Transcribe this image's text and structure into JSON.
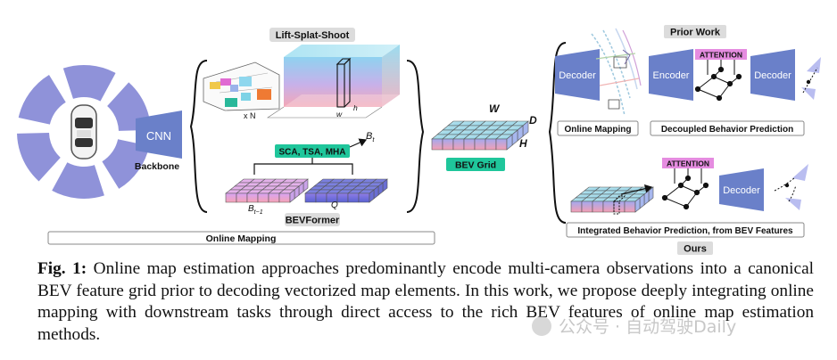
{
  "figure": {
    "lss_title": "Lift-Splat-Shoot",
    "cnn_label": "CNN",
    "backbone_label": "Backbone",
    "xn_label": "x N",
    "lss_w": "w",
    "lss_h": "h",
    "sca_label": "SCA, TSA, MHA",
    "bt_label": "B",
    "bt_sub": "t",
    "btm1_label": "B",
    "btm1_sub": "t−1",
    "q_label": "Q",
    "bevformer_title": "BEVFormer",
    "online_mapping_bar": "Online Mapping",
    "bev_w": "W",
    "bev_d": "D",
    "bev_h": "H",
    "bev_grid_label": "BEV Grid",
    "prior_work_title": "Prior Work",
    "decoder_label": "Decoder",
    "encoder_label": "Encoder",
    "attention_label": "ATTENTION",
    "online_mapping_box": "Online Mapping",
    "decoupled_label": "Decoupled Behavior Prediction",
    "integrated_label": "Integrated Behavior Prediction, from BEV Features",
    "ours_title": "Ours"
  },
  "caption": {
    "lead": "Fig. 1:",
    "text": "Online map estimation approaches predominantly encode multi-camera observations into a canonical BEV feature grid prior to decoding vectorized map elements. In this work, we propose deeply integrating online mapping with downstream tasks through direct access to the rich BEV features of online map estimation methods."
  },
  "watermark": {
    "text": "公众号 · 自动驾驶Daily"
  },
  "colors": {
    "camera_purple": "#8f92d9",
    "decoder_blue": "#6a80c9",
    "teal_label": "#1fc69b",
    "attention_pink": "#e58ce0",
    "grid_pink": "#f2a0b8",
    "grid_blue": "#6d73d8"
  }
}
